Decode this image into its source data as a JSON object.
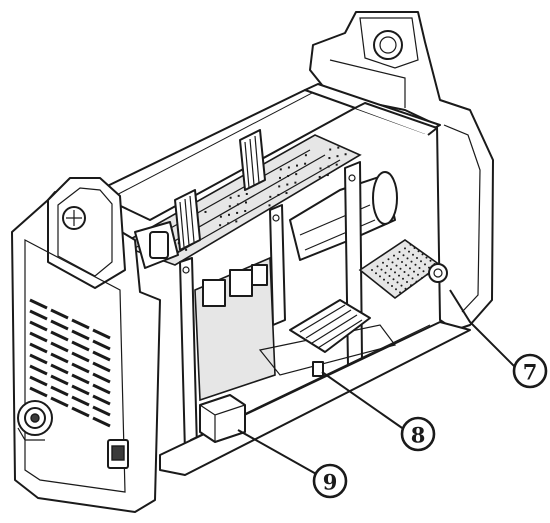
{
  "callouts": [
    {
      "number": "7",
      "part": "item-7"
    },
    {
      "number": "8",
      "part": "item-8"
    },
    {
      "number": "9",
      "part": "item-9"
    }
  ],
  "colors": {
    "ink": "#1a1a1a",
    "paper": "#ffffff",
    "shade": "#e6e6e6"
  }
}
